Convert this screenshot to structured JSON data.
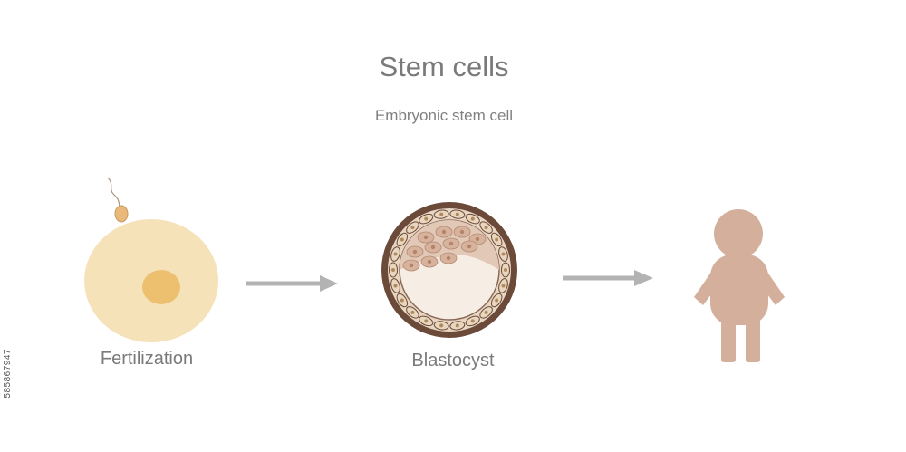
{
  "diagram": {
    "title": "Stem cells",
    "subtitle": "Embryonic stem cell",
    "stages": [
      {
        "label": "Fertilization",
        "icon": "fertilized-egg-icon"
      },
      {
        "label": "Blastocyst",
        "icon": "blastocyst-icon"
      },
      {
        "label": "",
        "icon": "baby-figure-icon"
      }
    ],
    "watermark_id": "585867947"
  },
  "colors": {
    "text": "#7a7a7a",
    "egg": "#f5e2b8",
    "nucleus": "#edc06f",
    "sperm": "#e8b97a",
    "arrow": "#b3b3b3",
    "blastocyst_outer": "#6b4a3a",
    "blastocyst_inner": "#f6ede4",
    "cell_mass": "#d7b29d",
    "figure": "#d4b09c"
  }
}
